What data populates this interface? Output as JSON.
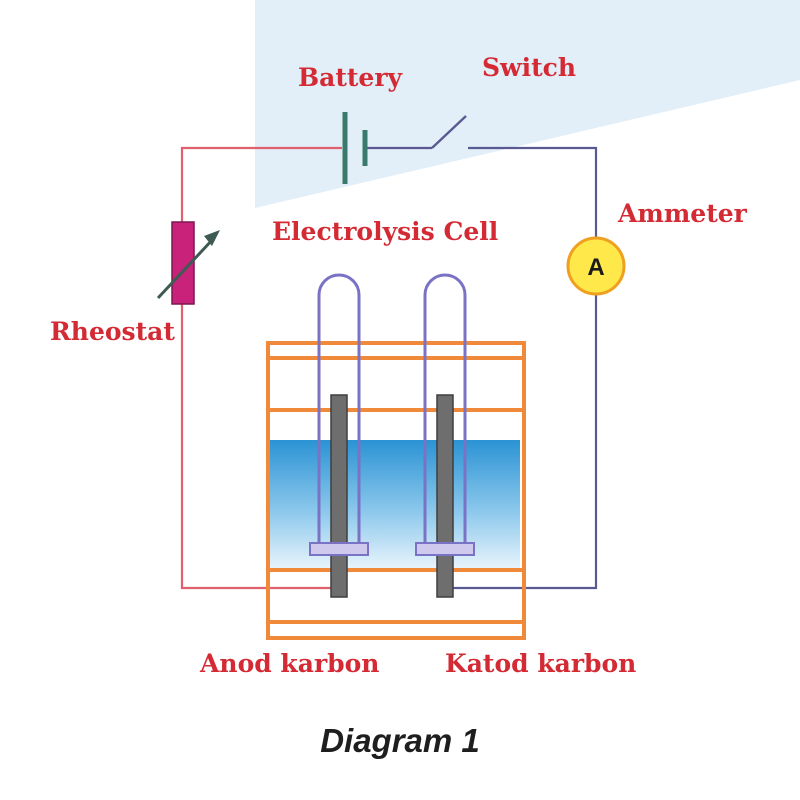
{
  "labels": {
    "battery": "Battery",
    "switch": "Switch",
    "ammeter": "Ammeter",
    "electrolysis_cell": "Electrolysis Cell",
    "rheostat": "Rheostat",
    "anode": "Anod karbon",
    "cathode": "Katod karbon",
    "ammeter_symbol": "A"
  },
  "caption": "Diagram 1",
  "colors": {
    "label": "#d42a34",
    "wire_left": "#e0606e",
    "wire_right": "#5a5a92",
    "tube": "#7a72c4",
    "container": "#f08a3a",
    "electrode": "#6e6e6e",
    "rheostat": "#c8227a",
    "ammeter_fill": "#ffe84a",
    "ammeter_ring": "#f0a020",
    "battery": "#3a7a6e",
    "electrolyte_top": "#2b93d4",
    "electrolyte_bottom": "#e8f4fb",
    "background_panel": "#e2eef8"
  }
}
